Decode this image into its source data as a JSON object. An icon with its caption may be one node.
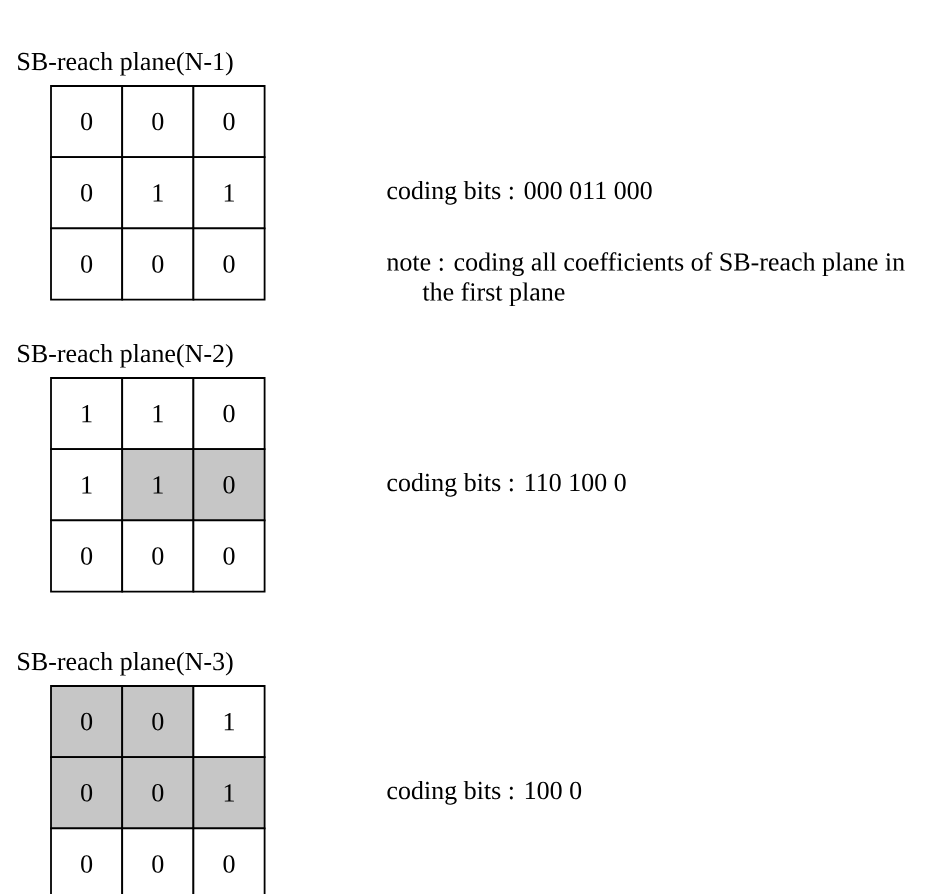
{
  "diagram": {
    "labels": [
      "SB-reach plane(N-1)",
      "0",
      "0",
      "0",
      "0",
      "1",
      "1",
      "0",
      "0",
      "0",
      "coding bits : 000 011 000",
      "note : coding all coefficients of SB-reach plane in the first plane",
      "SB-reach plane(N-2)",
      "1",
      "1",
      "0",
      "1",
      "1",
      "0",
      "0",
      "0",
      "0",
      "coding bits : 110 100 0",
      "SB-reach plane(N-3)",
      "0",
      "0",
      "1",
      "0",
      "0",
      "1",
      "0",
      "0",
      "0",
      "coding bits : 100 0"
    ]
  }
}
